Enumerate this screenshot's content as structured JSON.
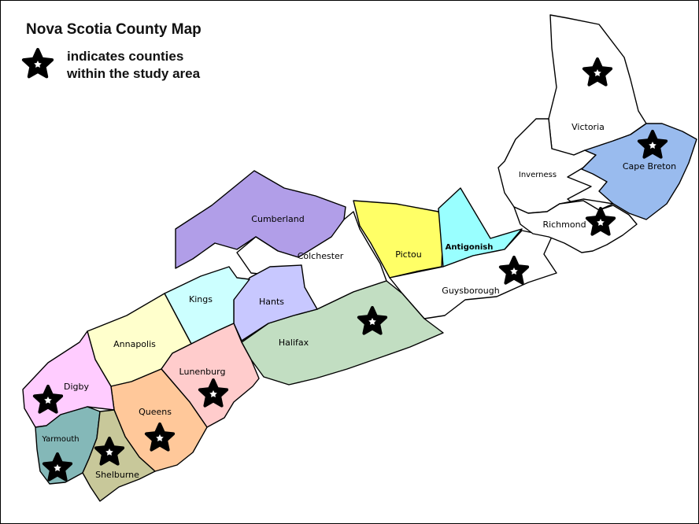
{
  "title": "Nova Scotia County Map",
  "legend": {
    "line1": "indicates counties",
    "line2": "within the study area",
    "icon": "star-icon"
  },
  "counties": [
    {
      "name": "Cumberland",
      "color": "#b19ee8",
      "in_study_area": false
    },
    {
      "name": "Colchester",
      "color": "#ffffff",
      "in_study_area": false
    },
    {
      "name": "Pictou",
      "color": "#ffff66",
      "in_study_area": false
    },
    {
      "name": "Antigonish",
      "color": "#99ffff",
      "in_study_area": false
    },
    {
      "name": "Guysborough",
      "color": "#ffffff",
      "in_study_area": true
    },
    {
      "name": "Halifax",
      "color": "#c2dec2",
      "in_study_area": true
    },
    {
      "name": "Hants",
      "color": "#c8c8ff",
      "in_study_area": false
    },
    {
      "name": "Kings",
      "color": "#ccffff",
      "in_study_area": false
    },
    {
      "name": "Annapolis",
      "color": "#ffffcc",
      "in_study_area": false
    },
    {
      "name": "Lunenburg",
      "color": "#ffcccc",
      "in_study_area": true
    },
    {
      "name": "Queens",
      "color": "#ffc89a",
      "in_study_area": true
    },
    {
      "name": "Digby",
      "color": "#ffccff",
      "in_study_area": true
    },
    {
      "name": "Yarmouth",
      "color": "#84b8b8",
      "in_study_area": true
    },
    {
      "name": "Shelburne",
      "color": "#c8c89a",
      "in_study_area": true
    },
    {
      "name": "Victoria",
      "color": "#ffffff",
      "in_study_area": true
    },
    {
      "name": "Inverness",
      "color": "#ffffff",
      "in_study_area": false
    },
    {
      "name": "Cape Breton",
      "color": "#99bbee",
      "in_study_area": true
    },
    {
      "name": "Richmond",
      "color": "#ffffff",
      "in_study_area": true
    }
  ]
}
